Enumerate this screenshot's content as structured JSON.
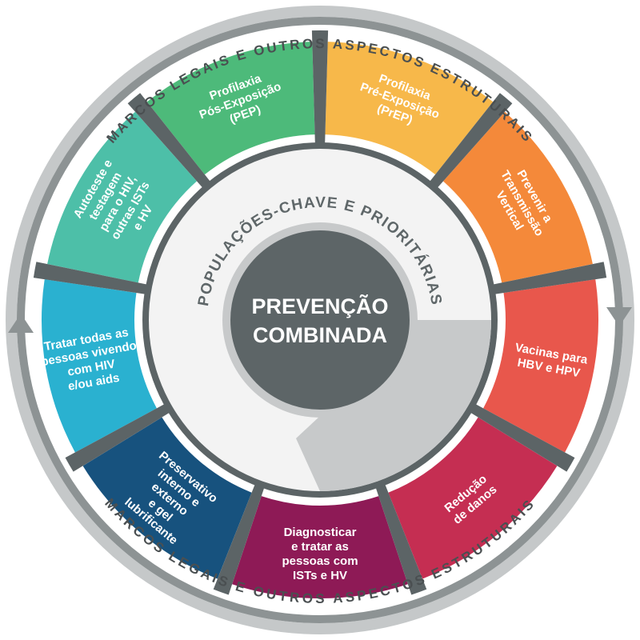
{
  "outer_ring": {
    "top_text": "MARCOS LEGAIS E OUTROS ASPECTOS ESTRUTURAIS",
    "bottom_text": "MARCOS LEGAIS E OUTROS ASPECTOS ESTRUTURAIS"
  },
  "inner_ring": {
    "text": "POPULAÇÕES-CHAVE E PRIORITÁRIAS"
  },
  "center": {
    "line1": "PREVENÇÃO",
    "line2": "COMBINADA"
  },
  "segments": [
    {
      "id": "autoteste",
      "color": "#4dbfa8",
      "lines": [
        "Autoteste e",
        "testagem",
        "para o HIV,",
        "outras ISTs",
        "e HV"
      ]
    },
    {
      "id": "pep",
      "color": "#4dba7a",
      "lines": [
        "Profilaxia",
        "Pós-Exposição",
        "(PEP)"
      ]
    },
    {
      "id": "prep",
      "color": "#f7b84a",
      "lines": [
        "Profilaxia",
        "Pré-Exposição",
        "(PrEP)"
      ]
    },
    {
      "id": "transmissao-vertical",
      "color": "#f4893a",
      "lines": [
        "Prevenir a",
        "Transmissão",
        "Vertical"
      ]
    },
    {
      "id": "vacinas",
      "color": "#e8574c",
      "lines": [
        "Vacinas para",
        "HBV e HPV"
      ]
    },
    {
      "id": "reducao-danos",
      "color": "#c52e52",
      "lines": [
        "Redução",
        "de danos"
      ]
    },
    {
      "id": "diagnosticar",
      "color": "#8e1a56",
      "lines": [
        "Diagnosticar",
        "e tratar as",
        "pessoas com",
        "ISTs e HV"
      ]
    },
    {
      "id": "preservativo",
      "color": "#17527e",
      "lines": [
        "Preservativo",
        "interno e",
        "externo",
        "e gel",
        "lubrificante"
      ]
    },
    {
      "id": "tratar-todas",
      "color": "#2ab1d0",
      "lines": [
        "Tratar todas as",
        "pessoas vivendo",
        "com HIV",
        "e/ou aids"
      ]
    }
  ],
  "colors": {
    "divider": "#5c6466",
    "ring_light": "#c7c9ca",
    "ring_white": "#f4f4f4",
    "center": "#5d6567"
  }
}
